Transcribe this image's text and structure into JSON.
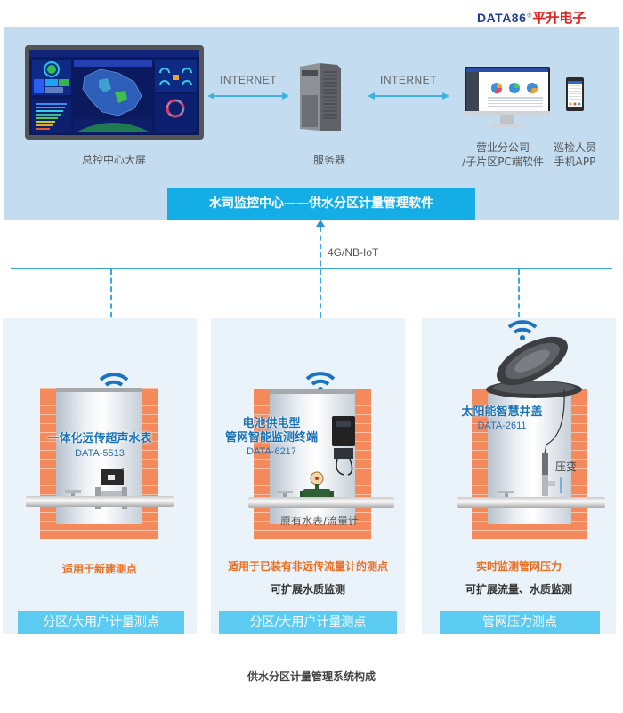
{
  "logo": {
    "brand": "DATA86",
    "reg_mark": "®",
    "company_cn": "平升电子"
  },
  "top_section": {
    "big_screen_label": "总控中心大屏",
    "server_label": "服务器",
    "link_left_label": "INTERNET",
    "link_right_label": "INTERNET",
    "pc_label_line1": "营业分公司",
    "pc_label_line2": "/子片区PC端软件",
    "app_label_line1": "巡检人员",
    "app_label_line2": "手机APP",
    "banner": "水司监控中心——供水分区计量管理软件"
  },
  "network_label": "4G/NB-IoT",
  "cards": [
    {
      "device_title_lines": [
        "一体化远传超声水表"
      ],
      "model": "DATA-5513",
      "inner_label": "",
      "orange_text": "适用于新建测点",
      "dark_text": "",
      "button": "分区/大用户计量测点"
    },
    {
      "device_title_lines": [
        "电池供电型",
        "管网智能监测终端"
      ],
      "model": "DATA-6217",
      "inner_label": "原有水表/流量计",
      "orange_text": "适用于已装有非远传流量计的测点",
      "dark_text": "可扩展水质监测",
      "button": "分区/大用户计量测点"
    },
    {
      "device_title_lines": [
        "太阳能智慧井盖"
      ],
      "model": "DATA-2611",
      "inner_label": "压变",
      "orange_text": "实时监测管网压力",
      "dark_text": "可扩展流量、水质监测",
      "button": "管网压力测点"
    }
  ],
  "footer_title": "供水分区计量管理系统构成",
  "colors": {
    "top_panel": "#c3dcef",
    "banner": "#15ade6",
    "card_bg": "#eaf2fa",
    "card_button": "#5ccbf2",
    "orange_text": "#ec6d1f",
    "device_title": "#1771b8",
    "brick": "#f48a5c"
  }
}
